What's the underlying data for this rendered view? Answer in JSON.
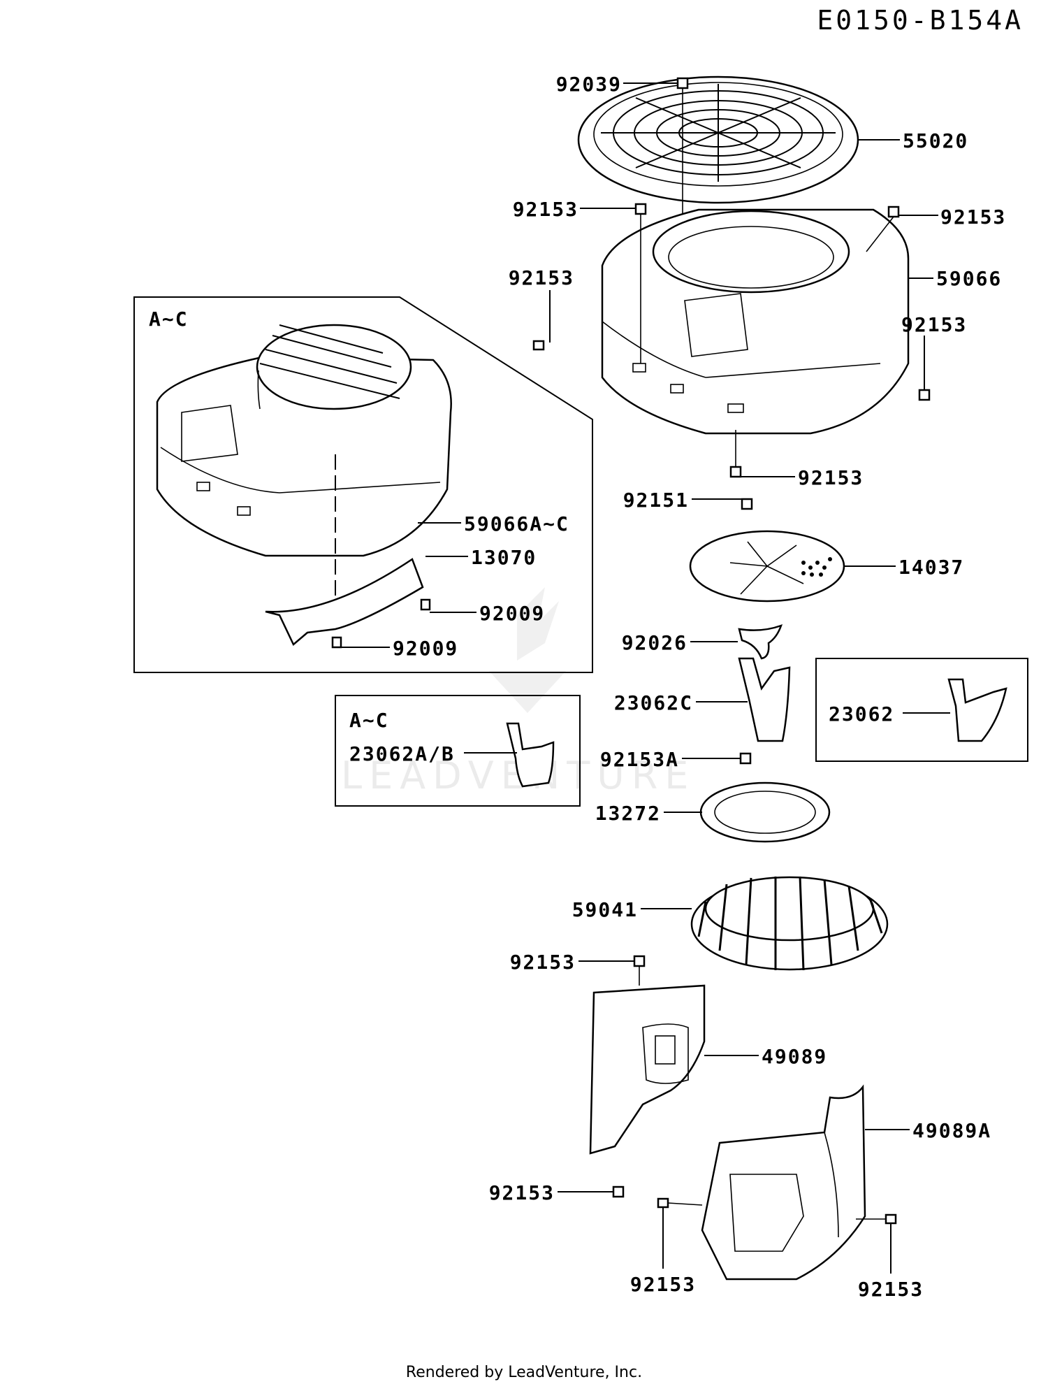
{
  "diagram_code": "E0150-B154A",
  "variant_boxes": {
    "shroud_variant_tag": "A~C",
    "bracket_variant_tag": "A~C"
  },
  "parts": {
    "p92039": "92039",
    "p55020": "55020",
    "p92153_top_left": "92153",
    "p92153_top_right": "92153",
    "p92153_mid_left": "92153",
    "p59066": "59066",
    "p92153_right": "92153",
    "p92153_below_shroud": "92153",
    "p59066AC": "59066A~C",
    "p13070": "13070",
    "p92009_a": "92009",
    "p92009_b": "92009",
    "p92151": "92151",
    "p14037": "14037",
    "p92026": "92026",
    "p23062C": "23062C",
    "p23062": "23062",
    "p23062AB": "23062A/B",
    "p92153A": "92153A",
    "p13272": "13272",
    "p59041": "59041",
    "p92153_above_cover": "92153",
    "p49089": "49089",
    "p49089A": "49089A",
    "p92153_lower_left": "92153",
    "p92153_bottom_mid": "92153",
    "p92153_bottom_right": "92153"
  },
  "watermark": "LEADVENTURE",
  "footer": "Rendered by LeadVenture, Inc."
}
